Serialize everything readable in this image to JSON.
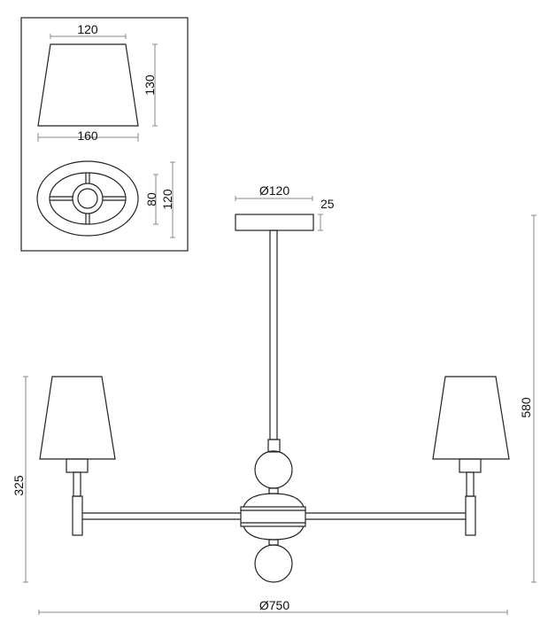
{
  "inset": {
    "shade_top_width": "120",
    "shade_bottom_width": "160",
    "shade_height": "130",
    "inner_diameter": "80",
    "outer_diameter": "120"
  },
  "main": {
    "canopy_diameter": "Ø120",
    "canopy_height": "25",
    "total_height": "580",
    "arm_height": "325",
    "total_diameter": "Ø750"
  },
  "colors": {
    "line": "#222222",
    "dimension": "#888888"
  }
}
